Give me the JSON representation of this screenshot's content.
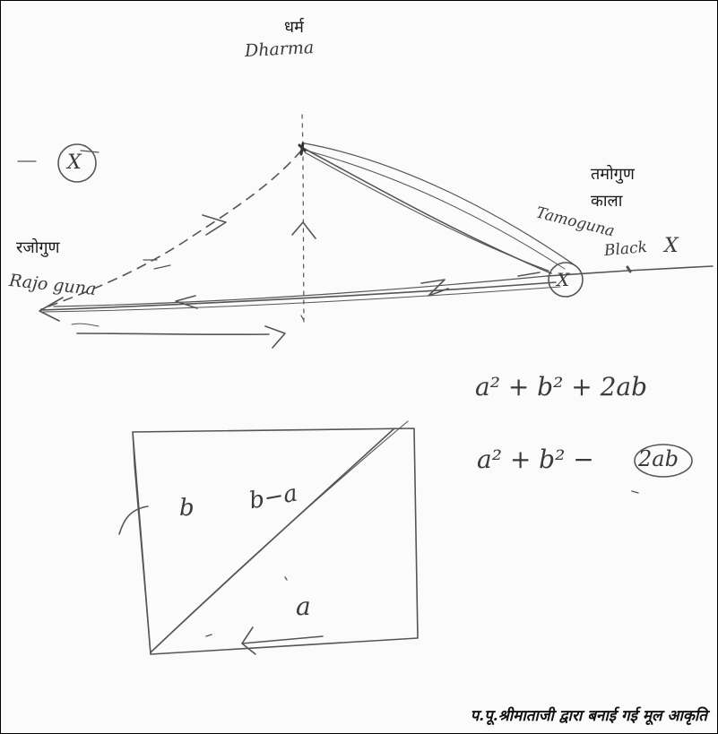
{
  "labels": {
    "dharma_hi": "धर्म",
    "dharma_en": "Dharma",
    "tamoguna_hi": "तमोगुण",
    "kala_hi": "काला",
    "tamoguna_en": "Tamoguna",
    "black_en": "Black",
    "rajoguna_hi": "रजोगुण",
    "rajoguna_en": "Rajo guna"
  },
  "marks": {
    "x_left": "X",
    "x_right": "X",
    "x_far_right": "X"
  },
  "formulas": {
    "plus": "a² + b² + 2ab",
    "minus_prefix": "a² + b² −",
    "minus_circled": "2ab"
  },
  "square": {
    "b_side": "b",
    "b_minus_a": "b−a",
    "a_inside": "a"
  },
  "caption": "प.पू.श्रीमाताजी द्वारा बनाई गई मूल आकृति",
  "colors": {
    "ink": "#555555",
    "print": "#1a1a1a"
  }
}
